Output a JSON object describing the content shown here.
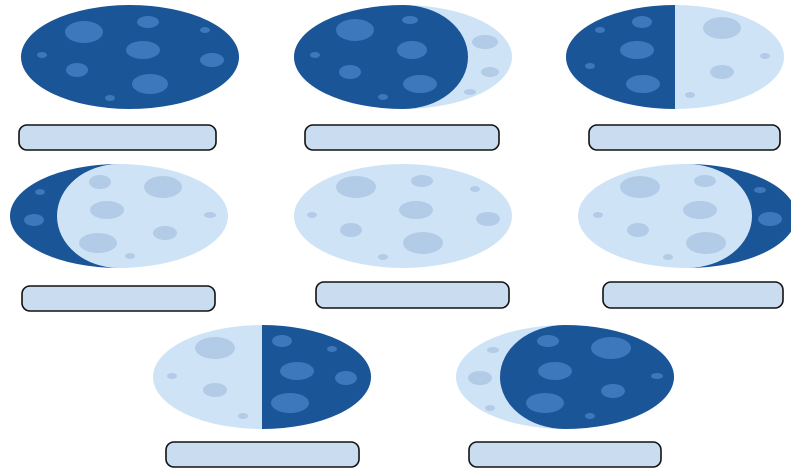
{
  "worksheet": {
    "title": "",
    "colors": {
      "dark": "#1a5597",
      "dark_crater": "#3d78bd",
      "light": "#cfe3f6",
      "light_crater": "#b2cbe6",
      "label_fill": "#c9dcf0",
      "label_border": "#111111"
    },
    "phases": [
      {
        "id": "new-moon",
        "illumination": 0.0,
        "lit_side": "none",
        "label": ""
      },
      {
        "id": "waxing-crescent",
        "illumination": 0.2,
        "lit_side": "right",
        "label": ""
      },
      {
        "id": "first-quarter",
        "illumination": 0.5,
        "lit_side": "right",
        "label": ""
      },
      {
        "id": "waxing-gibbous",
        "illumination": 0.8,
        "lit_side": "right",
        "label": ""
      },
      {
        "id": "full-moon",
        "illumination": 1.0,
        "lit_side": "all",
        "label": ""
      },
      {
        "id": "waning-gibbous",
        "illumination": 0.8,
        "lit_side": "left",
        "label": ""
      },
      {
        "id": "third-quarter",
        "illumination": 0.5,
        "lit_side": "left",
        "label": ""
      },
      {
        "id": "waning-crescent",
        "illumination": 0.2,
        "lit_side": "left",
        "label": ""
      }
    ]
  }
}
